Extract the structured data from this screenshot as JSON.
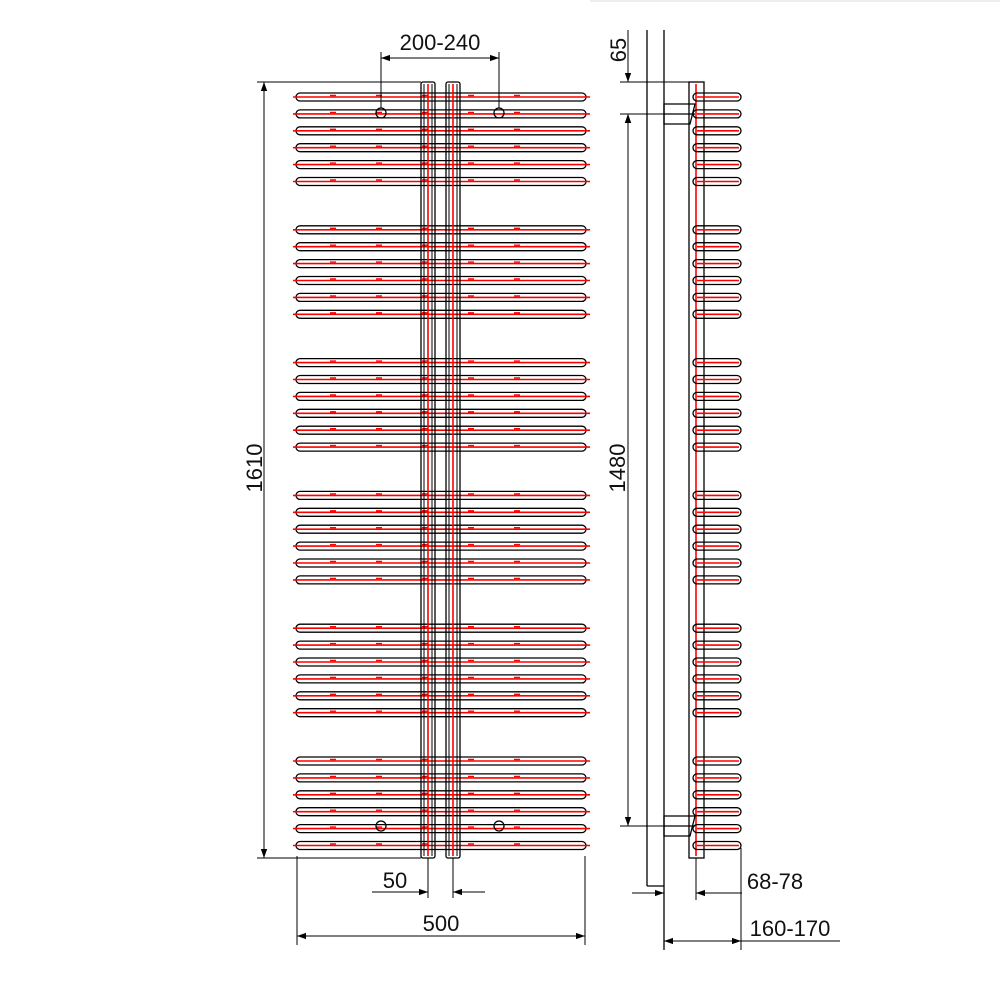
{
  "colors": {
    "outline": "#000000",
    "tube_centerline": "#ff0000",
    "background": "#ffffff"
  },
  "dimensions": {
    "connection_spacing": "200-240",
    "total_height": "1610",
    "connection_height": "1480",
    "top_offset": "65",
    "collector_width": "50",
    "total_width": "500",
    "wall_to_connection": "68-78",
    "wall_to_front": "160-170"
  },
  "structure": {
    "tube_groups": 6,
    "tubes_per_group": 6
  }
}
